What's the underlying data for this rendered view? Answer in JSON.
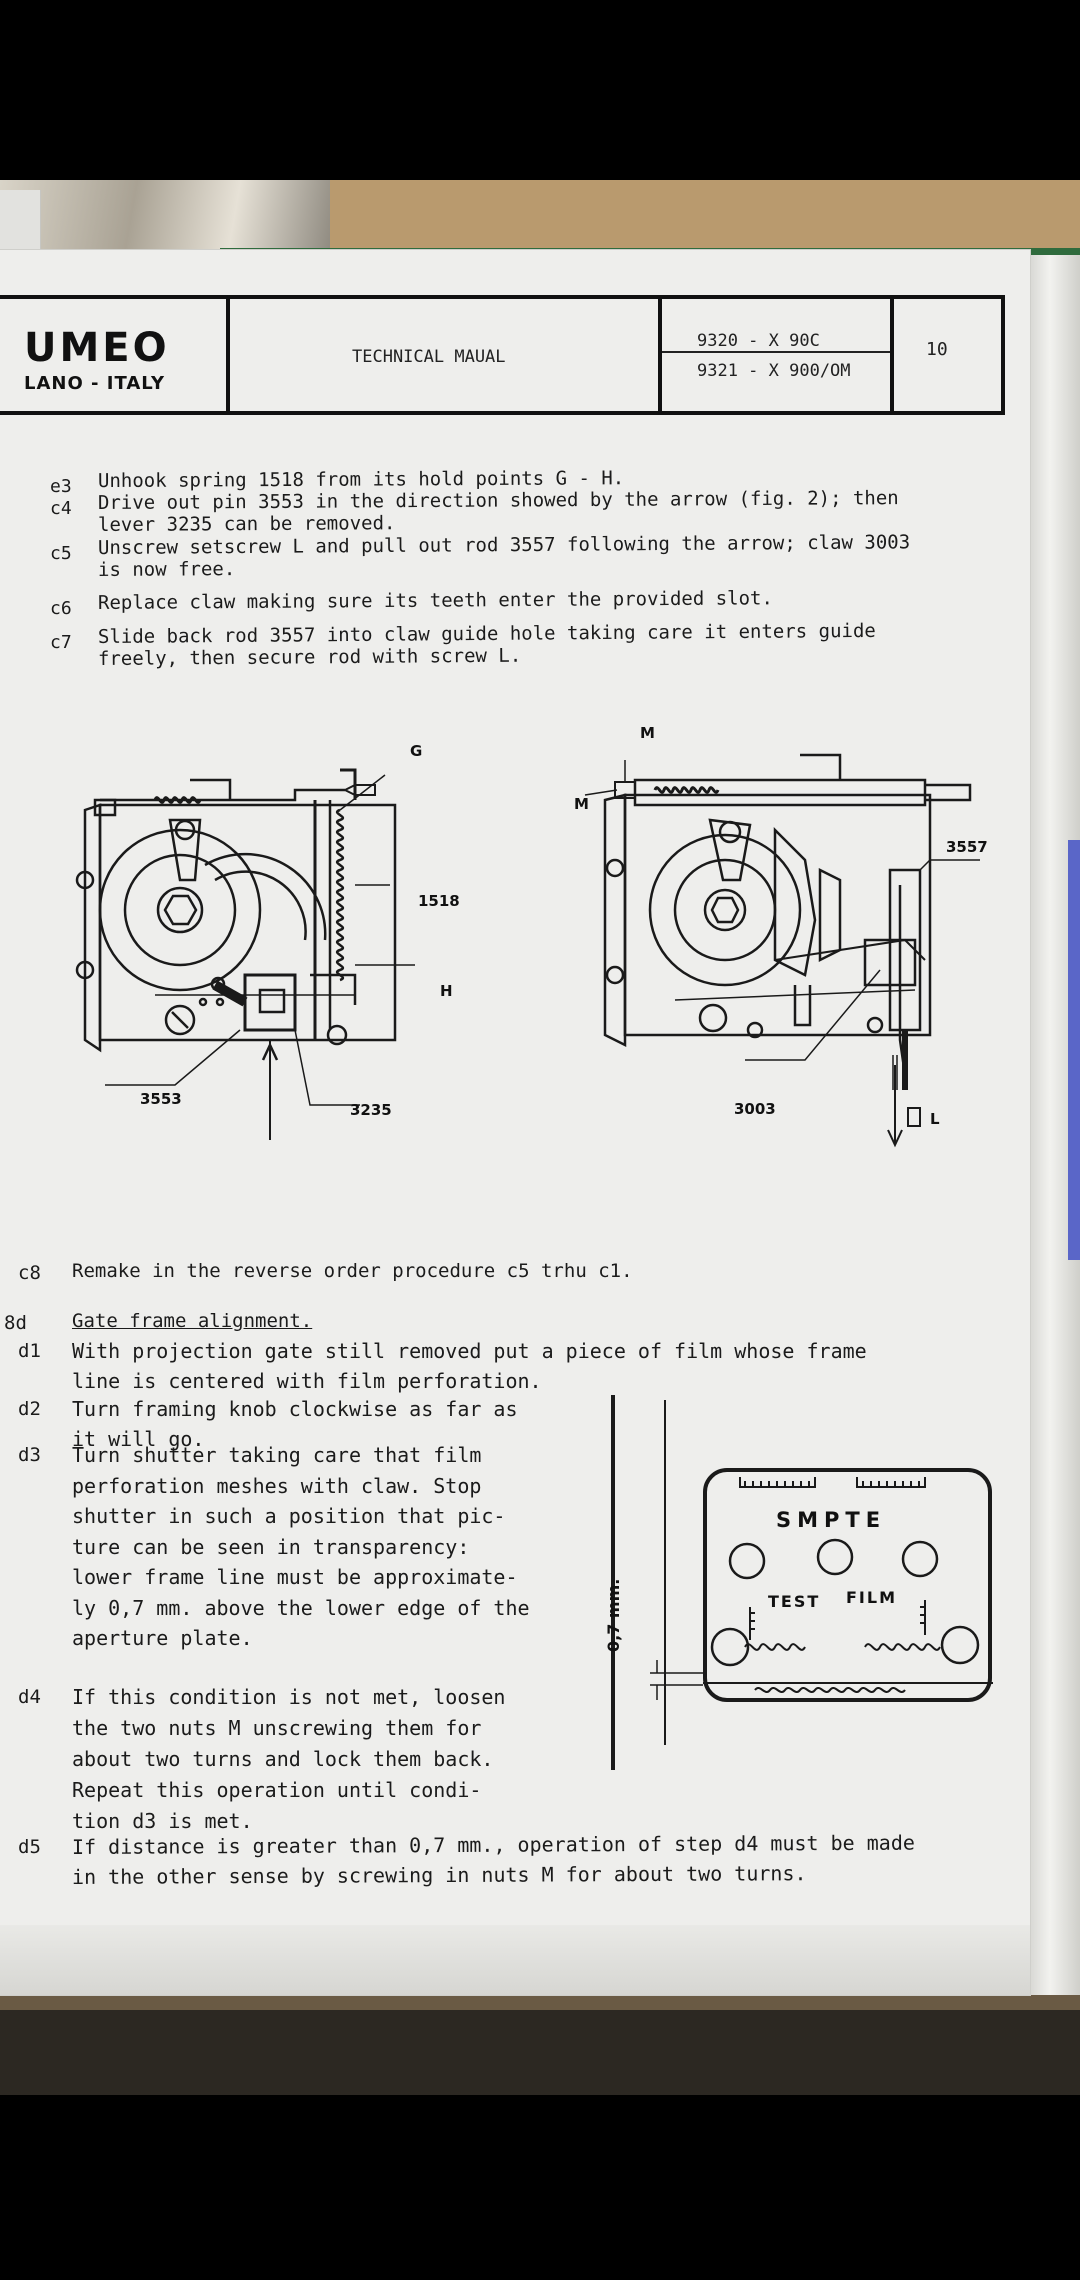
{
  "header": {
    "brand": "UMEO",
    "brand_sub": "LANO - ITALY",
    "title": "TECHNICAL MAUAL",
    "model_line1": "9320 - X 90C",
    "model_line2": "9321 - X 900/OM",
    "page_number": "10"
  },
  "steps_top": [
    {
      "code": "e3",
      "lines": [
        "Unhook spring 1518 from its hold points G - H."
      ]
    },
    {
      "code": "c4",
      "lines": [
        "Drive out pin 3553 in the direction showed by the arrow (fig. 2); then",
        "lever 3235 can be removed."
      ]
    },
    {
      "code": "c5",
      "lines": [
        "Unscrew setscrew L and pull out rod 3557 following the arrow; claw 3003",
        "is now free."
      ]
    },
    {
      "code": "c6",
      "lines": [
        "Replace claw making sure its teeth enter the provided slot."
      ]
    },
    {
      "code": "c7",
      "lines": [
        "Slide back rod 3557 into claw guide hole taking care it enters guide",
        "freely, then secure rod with screw L."
      ]
    }
  ],
  "figure_labels": {
    "left": {
      "g": "G",
      "spring": "1518",
      "h": "H",
      "pin": "3553",
      "lever": "3235"
    },
    "right": {
      "m_top": "M",
      "m_side": "M",
      "rod": "3557",
      "claw": "3003",
      "screw": "L"
    }
  },
  "step_c8": {
    "code": "c8",
    "text": "Remake in the reverse order procedure c5 trhu c1."
  },
  "section": {
    "code": "8d",
    "title": "Gate frame alignment."
  },
  "steps_bottom": [
    {
      "code": "d1",
      "lines": [
        "With projection gate still removed put a piece of film whose frame",
        "line is centered with film perforation."
      ]
    },
    {
      "code": "d2",
      "lines": [
        "Turn framing knob clockwise as far as",
        "it will go."
      ]
    },
    {
      "code": "d3",
      "lines": [
        "Turn shutter taking care that film",
        "perforation meshes with claw. Stop",
        "shutter in such a position that pic-",
        "ture can be seen in transparency:",
        "lower frame line must be approximate-",
        "ly 0,7 mm. above the lower edge of the",
        "aperture plate."
      ]
    },
    {
      "code": "d4",
      "lines": [
        "If this condition is not met, loosen",
        "the two nuts M unscrewing them for",
        "about two turns and lock them back.",
        "Repeat this operation until condi-",
        "tion d3 is met."
      ]
    },
    {
      "code": "d5",
      "lines": [
        "If distance is greater than 0,7 mm., operation of step d4 must be made",
        "in the other sense by screwing in nuts M for about two turns."
      ]
    }
  ],
  "film_figure": {
    "smpte": "SMPTE",
    "test": "TEST",
    "film": "FILM",
    "dimension": "0,7 mm."
  }
}
